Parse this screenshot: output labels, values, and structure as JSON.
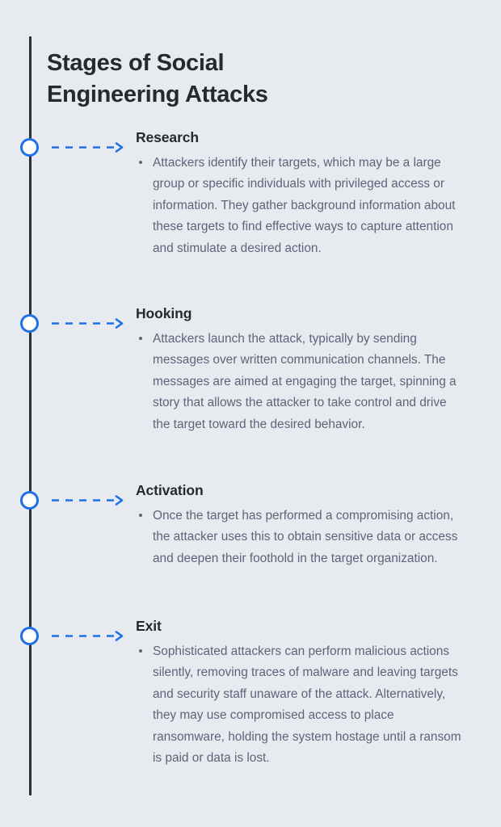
{
  "page": {
    "title_line1": "Stages of Social",
    "title_line2": "Engineering Attacks",
    "background_color": "#e7ebf0",
    "accent_color": "#1f6fe5",
    "spine_color": "#2b2f36",
    "heading_color": "#26292e",
    "body_text_color": "#5c647a"
  },
  "timeline": {
    "marker_icon": "circle-node-icon",
    "connector_icon": "dashed-arrow-icon",
    "bullet_icon": "bullet-dot-icon",
    "stages": [
      {
        "id": "research",
        "label": "Research",
        "bullets": [
          "Attackers identify their targets, which may be a large group or specific individuals with privileged access or information. They gather background information about these targets to find effective ways to capture attention and stimulate a desired action."
        ]
      },
      {
        "id": "hooking",
        "label": "Hooking",
        "bullets": [
          "Attackers launch the attack, typically by sending messages over written communication channels. The messages are aimed at engaging the target, spinning a story that allows the attacker to take control and drive the target toward the desired behavior."
        ]
      },
      {
        "id": "activation",
        "label": "Activation",
        "bullets": [
          "Once the target has performed a compromising action, the attacker uses this to obtain sensitive data or access and deepen their foothold in the target organization."
        ]
      },
      {
        "id": "exit",
        "label": "Exit",
        "bullets": [
          "Sophisticated attackers can perform malicious actions silently, removing traces of malware and leaving targets and security staff unaware of the attack. Alternatively, they may use compromised access to place ransomware, holding the system hostage until a ransom is paid or data is lost."
        ]
      }
    ]
  }
}
